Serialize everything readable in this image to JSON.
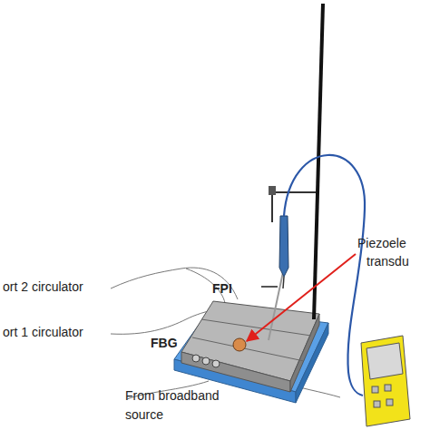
{
  "diagram": {
    "labels": [
      "Piezoele",
      "transdu",
      "FPI",
      "ort 2 circulator",
      "ort 1 circulator",
      "FBG",
      "From broadband source"
    ]
  }
}
